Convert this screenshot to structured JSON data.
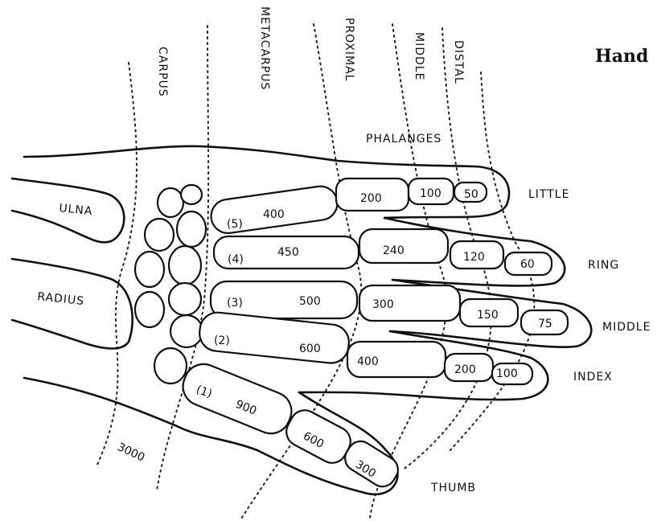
{
  "title": "Hand",
  "region_labels": {
    "carpus": "CARPUS",
    "metacarpus": "METACARPUS",
    "proximal": "PROXIMAL",
    "middle": "MIDDLE",
    "distal": "DISTAL",
    "phalanges": "PHALANGES"
  },
  "bone_labels": {
    "ulna": "ULNA",
    "radius": "RADIUS"
  },
  "finger_labels": {
    "little": "LITTLE",
    "ring": "RING",
    "middle": "MIDDLE",
    "index": "INDEX",
    "thumb": "THUMB"
  },
  "digit_numbers": {
    "d5": "(5)",
    "d4": "(4)",
    "d3": "(3)",
    "d2": "(2)",
    "d1": "(1)"
  },
  "values": {
    "carpus": "3000",
    "little": {
      "metacarpal": "400",
      "proximal": "200",
      "middle": "100",
      "distal": "50"
    },
    "ring": {
      "metacarpal": "450",
      "proximal": "240",
      "middle": "120",
      "distal": "60"
    },
    "middle": {
      "metacarpal": "500",
      "proximal": "300",
      "middle": "150",
      "distal": "75"
    },
    "index": {
      "metacarpal": "600",
      "proximal": "400",
      "middle": "200",
      "distal": "100"
    },
    "thumb": {
      "metacarpal": "900",
      "proximal": "600",
      "distal": "300"
    }
  }
}
